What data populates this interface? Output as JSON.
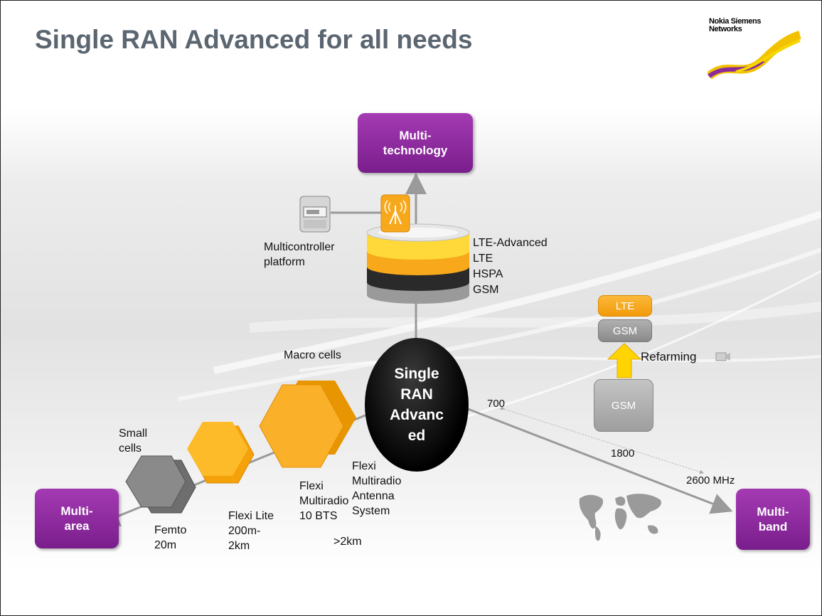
{
  "title": "Single RAN Advanced for all needs",
  "logo": {
    "text_line1": "Nokia Siemens",
    "text_line2": "Networks"
  },
  "boxes": {
    "multi_technology": "Multi-\ntechnology",
    "multi_area": "Multi-\narea",
    "multi_band": "Multi-\nband"
  },
  "center": {
    "label": "Single\nRAN\nAdvanc\ned"
  },
  "stack_layers": [
    "LTE-Advanced",
    "LTE",
    "HSPA",
    "GSM"
  ],
  "multicontroller": "Multicontroller\nplatform",
  "cells": {
    "macro": "Macro cells",
    "small": "Small\ncells",
    "femto": "Femto\n20m",
    "flexi_lite": "Flexi Lite\n200m-\n2km",
    "flexi_multiradio_10": "Flexi\nMultiradio\n10 BTS",
    "flexi_antenna": "Flexi\nMultiradio\nAntenna\nSystem",
    "range_2km": ">2km"
  },
  "bands": {
    "b700": "700",
    "b1800": "1800",
    "b2600": "2600 MHz"
  },
  "refarming": {
    "label": "Refarming",
    "top_lte": "LTE",
    "top_gsm": "GSM",
    "bottom_gsm": "GSM"
  },
  "colors": {
    "purple": "#8a2a9c",
    "orange": "#f7a81b",
    "title_gray": "#5b6670"
  }
}
